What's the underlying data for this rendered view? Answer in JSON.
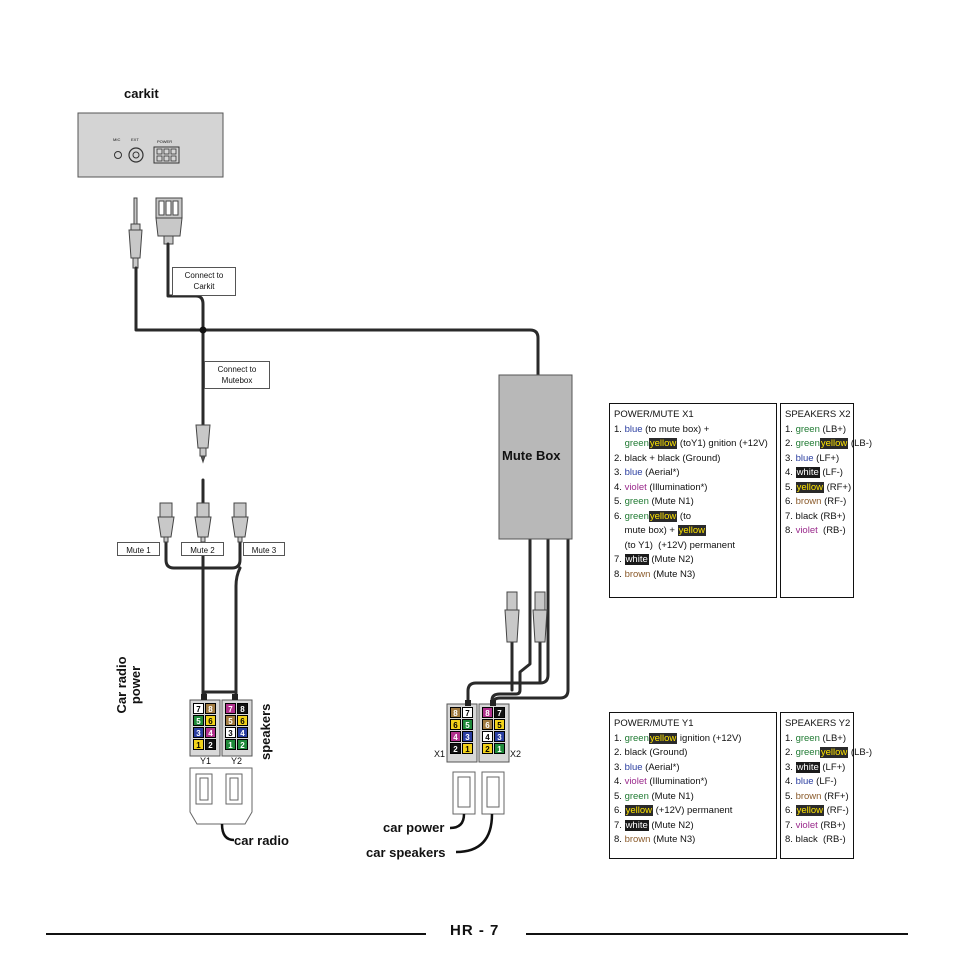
{
  "carkit_title": "carkit",
  "carkit_panel": {
    "mic": "MIC",
    "ext": "EXT",
    "power": "POWER"
  },
  "callouts": {
    "connect_carkit": [
      "Connect to",
      "Carkit"
    ],
    "connect_mutebox": [
      "Connect to",
      "Mutebox"
    ]
  },
  "mute_labels": [
    "Mute 1",
    "Mute 2",
    "Mute 3"
  ],
  "mute_box_label": "Mute Box",
  "side_labels": {
    "car_radio_power": [
      "Car radio",
      "power"
    ],
    "speakers": "speakers"
  },
  "connector_labels": {
    "y1": "Y1",
    "y2": "Y2",
    "x1": "X1",
    "x2": "X2"
  },
  "bottom_labels": {
    "car_radio": "car radio",
    "car_power": "car power",
    "car_speakers": "car speakers"
  },
  "pins": {
    "y1": [
      [
        "7",
        "8"
      ],
      [
        "5",
        "6"
      ],
      [
        "3",
        "4"
      ],
      [
        "1",
        "2"
      ]
    ],
    "y2": [
      [
        "7",
        "8"
      ],
      [
        "5",
        "6"
      ],
      [
        "3",
        "4"
      ],
      [
        "1",
        "2"
      ]
    ],
    "x1": [
      [
        "8",
        "7"
      ],
      [
        "6",
        "5"
      ],
      [
        "4",
        "3"
      ],
      [
        "2",
        "1"
      ]
    ],
    "x2": [
      [
        "8",
        "7"
      ],
      [
        "6",
        "5"
      ],
      [
        "4",
        "3"
      ],
      [
        "2",
        "1"
      ]
    ]
  },
  "legend_power_x1": {
    "title": "POWER/MUTE X1",
    "lines": [
      [
        [
          "1. ",
          ""
        ],
        [
          "blue",
          "blue"
        ],
        [
          " (to mute box) +",
          ""
        ]
      ],
      [
        [
          "    ",
          ""
        ],
        [
          "green",
          "green"
        ],
        [
          "yellow",
          "hl-yellow"
        ],
        [
          " (toY1) gnition (+12V)",
          ""
        ]
      ],
      [
        [
          "2. black + black (Ground)",
          ""
        ]
      ],
      [
        [
          "3. ",
          ""
        ],
        [
          "blue",
          "blue"
        ],
        [
          " (Aerial*)",
          ""
        ]
      ],
      [
        [
          "4. ",
          ""
        ],
        [
          "violet",
          "violet"
        ],
        [
          " (Illumination*)",
          ""
        ]
      ],
      [
        [
          "5. ",
          ""
        ],
        [
          "green",
          "green"
        ],
        [
          " (Mute N1)",
          ""
        ]
      ],
      [
        [
          "6. ",
          ""
        ],
        [
          "green",
          "green"
        ],
        [
          "yellow",
          "hl-yellow"
        ],
        [
          " (to",
          ""
        ]
      ],
      [
        [
          "    mute box) + ",
          ""
        ],
        [
          "yellow",
          "hl-yellow"
        ]
      ],
      [
        [
          "    (to Y1)  (+12V) permanent",
          ""
        ]
      ],
      [
        [
          "7. ",
          ""
        ],
        [
          "white",
          "hl-white"
        ],
        [
          " (Mute N2)",
          ""
        ]
      ],
      [
        [
          "8. ",
          ""
        ],
        [
          "brown",
          "brown"
        ],
        [
          " (Mute N3)",
          ""
        ]
      ]
    ]
  },
  "legend_speakers_x2": {
    "title": "SPEAKERS X2",
    "lines": [
      [
        [
          "1. ",
          ""
        ],
        [
          "green",
          "green"
        ],
        [
          " (LB+)",
          ""
        ]
      ],
      [
        [
          "2. ",
          ""
        ],
        [
          "green",
          "green"
        ],
        [
          "yellow",
          "hl-yellow"
        ],
        [
          " (LB-)",
          ""
        ]
      ],
      [
        [
          "3. ",
          ""
        ],
        [
          "blue",
          "blue"
        ],
        [
          " (LF+)",
          ""
        ]
      ],
      [
        [
          "4. ",
          ""
        ],
        [
          "white",
          "hl-white"
        ],
        [
          " (LF-)",
          ""
        ]
      ],
      [
        [
          "5. ",
          ""
        ],
        [
          "yellow",
          "hl-yellow"
        ],
        [
          " (RF+)",
          ""
        ]
      ],
      [
        [
          "6. ",
          ""
        ],
        [
          "brown",
          "brown"
        ],
        [
          " (RF-)",
          ""
        ]
      ],
      [
        [
          "7. black (RB+)",
          ""
        ]
      ],
      [
        [
          "8. ",
          ""
        ],
        [
          "violet",
          "violet"
        ],
        [
          "  (RB-)",
          ""
        ]
      ]
    ]
  },
  "legend_power_y1": {
    "title": "POWER/MUTE Y1",
    "lines": [
      [
        [
          "1. ",
          ""
        ],
        [
          "green",
          "green"
        ],
        [
          "yellow",
          "hl-yellow"
        ],
        [
          " ignition (+12V)",
          ""
        ]
      ],
      [
        [
          "2. black (Ground)",
          ""
        ]
      ],
      [
        [
          "3. ",
          ""
        ],
        [
          "blue",
          "blue"
        ],
        [
          " (Aerial*)",
          ""
        ]
      ],
      [
        [
          "4. ",
          ""
        ],
        [
          "violet",
          "violet"
        ],
        [
          " (Illumination*)",
          ""
        ]
      ],
      [
        [
          "5. ",
          ""
        ],
        [
          "green",
          "green"
        ],
        [
          " (Mute N1)",
          ""
        ]
      ],
      [
        [
          "6. ",
          ""
        ],
        [
          "yellow",
          "hl-yellow"
        ],
        [
          " (+12V) permanent",
          ""
        ]
      ],
      [
        [
          "7. ",
          ""
        ],
        [
          "white",
          "hl-white"
        ],
        [
          " (Mute N2)",
          ""
        ]
      ],
      [
        [
          "8. ",
          ""
        ],
        [
          "brown",
          "brown"
        ],
        [
          " (Mute N3)",
          ""
        ]
      ]
    ]
  },
  "legend_speakers_y2": {
    "title": "SPEAKERS Y2",
    "lines": [
      [
        [
          "1. ",
          ""
        ],
        [
          "green",
          "green"
        ],
        [
          " (LB+)",
          ""
        ]
      ],
      [
        [
          "2. ",
          ""
        ],
        [
          "green",
          "green"
        ],
        [
          "yellow",
          "hl-yellow"
        ],
        [
          " (LB-)",
          ""
        ]
      ],
      [
        [
          "3. ",
          ""
        ],
        [
          "white",
          "hl-white"
        ],
        [
          " (LF+)",
          ""
        ]
      ],
      [
        [
          "4. ",
          ""
        ],
        [
          "blue",
          "blue"
        ],
        [
          " (LF-)",
          ""
        ]
      ],
      [
        [
          "5. ",
          ""
        ],
        [
          "brown",
          "brown"
        ],
        [
          " (RF+)",
          ""
        ]
      ],
      [
        [
          "6. ",
          ""
        ],
        [
          "yellow",
          "hl-yellow"
        ],
        [
          " (RF-)",
          ""
        ]
      ],
      [
        [
          "7. ",
          ""
        ],
        [
          "violet",
          "violet"
        ],
        [
          " (RB+)",
          ""
        ]
      ],
      [
        [
          "8. black  (RB-)",
          ""
        ]
      ]
    ]
  },
  "page_number": "HR - 7"
}
